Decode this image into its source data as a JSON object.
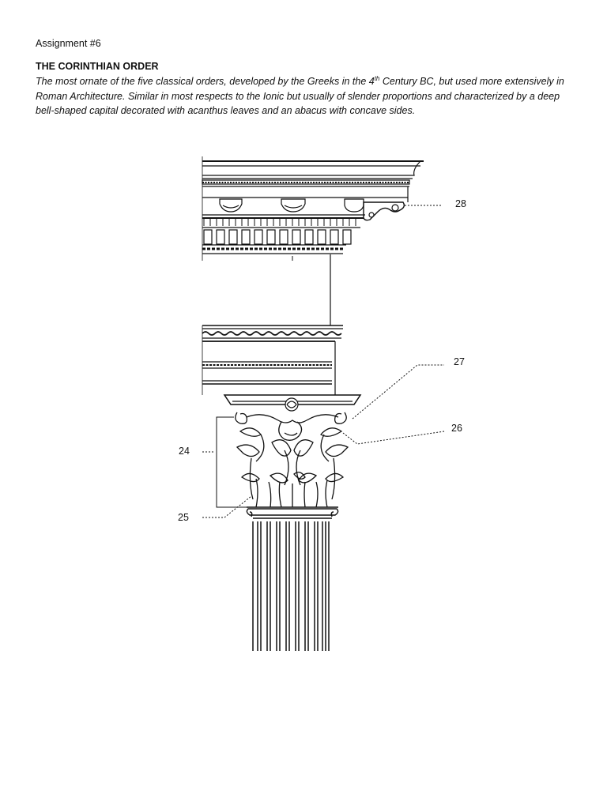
{
  "header": {
    "assignment": "Assignment #6",
    "title": "THE CORINTHIAN ORDER"
  },
  "description": {
    "before_sup": "The most ornate of the five classical orders, developed by the Greeks in the 4",
    "sup": "th",
    "after_sup": " Century BC, but used more extensively in Roman Architecture. Similar in most respects to the Ionic but usually of slender proportions and characterized by a deep bell-shaped capital decorated with acanthus leaves and an abacus with concave sides."
  },
  "labels": {
    "n28": "28",
    "n27": "27",
    "n26": "26",
    "n24": "24",
    "n25": "25"
  }
}
